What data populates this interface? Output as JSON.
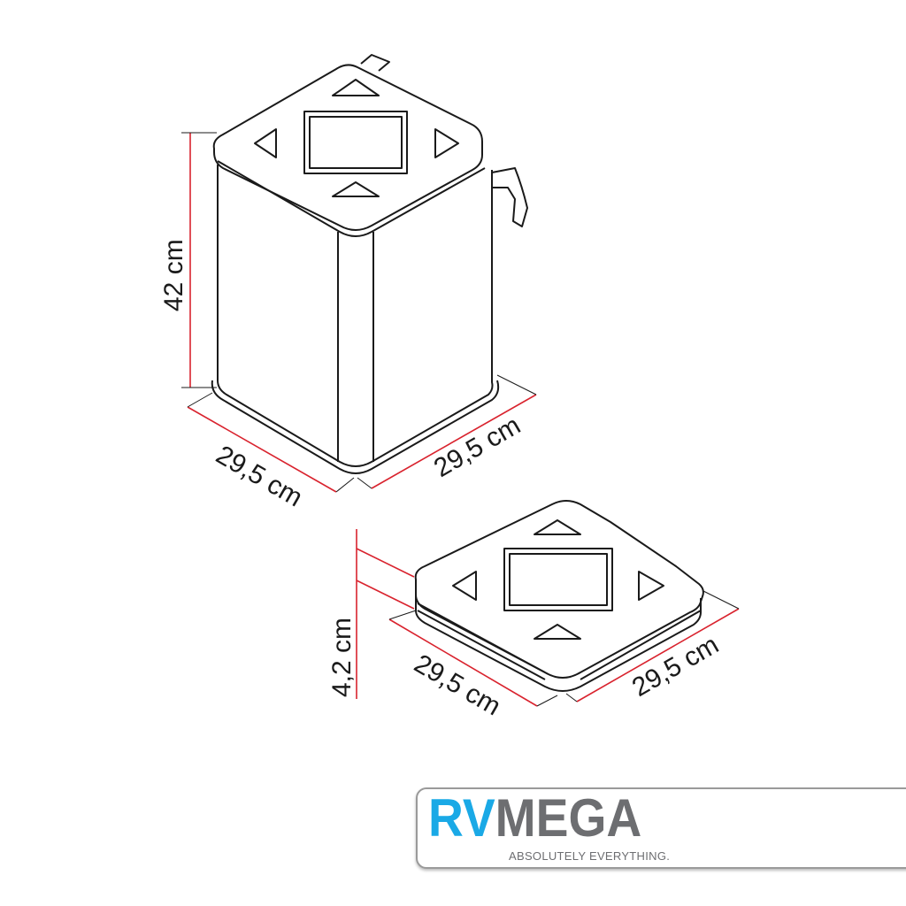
{
  "dimensions": {
    "container_height": "42 cm",
    "container_width_left": "29,5 cm",
    "container_width_right": "29,5 cm",
    "lid_height": "4,2 cm",
    "lid_width_left": "29,5 cm",
    "lid_width_right": "29,5 cm"
  },
  "logo": {
    "brand_part1": "RV",
    "brand_part2": "MEGA",
    "tagline": "ABSOLUTELY EVERYTHING."
  },
  "colors": {
    "dimension_line": "#d9232e",
    "outline": "#1a1a1a",
    "brand_blue": "#1aa9e6",
    "brand_gray": "#6d6e71"
  }
}
